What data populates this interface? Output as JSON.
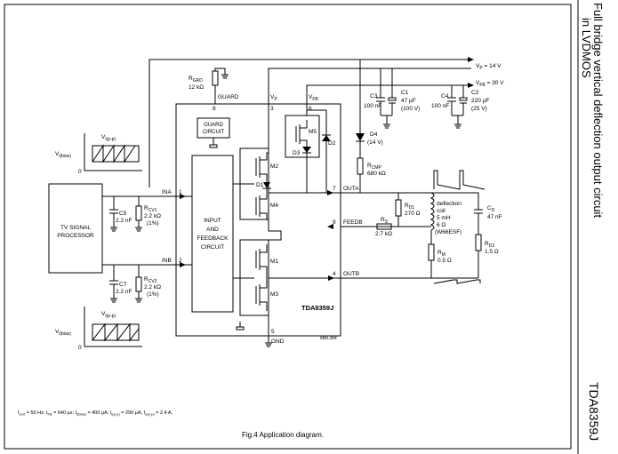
{
  "side_header": {
    "line1": "Full bridge vertical deflection output circuit",
    "line2": "in LVDMOS",
    "part_number": "TDA8359J"
  },
  "caption": "Fig.4  Application diagram.",
  "footnote": "f_vert = 50 Hz; t_FB = 640 µs; I_i(bias) = 400 µA; I_i(p-p) = 290 µA; I_o(p-p) = 2.4 A.",
  "footnote_parts": {
    "fvert_main": "f",
    "fvert_sub": "vert",
    "fvert_val": " = 50 Hz; t",
    "tfb_sub": "FB",
    "tfb_val": " = 640 µs; I",
    "ibias_sub": "i(bias)",
    "ibias_val": " = 400 µA; I",
    "ipp_sub": "i(p-p)",
    "ipp_val": " = 290 µA; I",
    "iopp_sub": "o(p-p)",
    "iopp_val": " = 2.4 A."
  },
  "diagram": {
    "ic_name": "TDA8359J",
    "drawing_code": "MBL384",
    "blocks": {
      "tv_signal_processor": [
        "TV SIGNAL",
        "PROCESSOR"
      ],
      "input_feedback": [
        "INPUT",
        "AND",
        "FEEDBACK",
        "CIRCUIT"
      ],
      "guard_circuit": [
        "GUARD",
        "CIRCUIT"
      ]
    },
    "pins": {
      "p1": "1",
      "p1_name": "INA",
      "p2": "2",
      "p2_name": "INB",
      "p3": "3",
      "p3_name": "V",
      "p3_sub": "P",
      "p4": "4",
      "p4_name": "OUTB",
      "p5": "5",
      "p5_name": "GND",
      "p6": "6",
      "p6_name": "V",
      "p6_sub": "FB",
      "p7": "7",
      "p7_name": "OUTA",
      "p8": "8",
      "p8_name": "GUARD",
      "p9": "9",
      "p9_name": "FEEDB"
    },
    "transistors": [
      "M1",
      "M2",
      "M3",
      "M4",
      "M5"
    ],
    "diodes": [
      "D1",
      "D2",
      "D3"
    ],
    "supplies": {
      "vp_main": "V",
      "vp_sub": "P",
      "vp_val": " = 14 V",
      "vfb_main": "V",
      "vfb_sub": "FB",
      "vfb_val": " = 30 V"
    },
    "components": {
      "rgrd": {
        "main": "R",
        "sub": "GRD",
        "value": "12 kΩ"
      },
      "c3": {
        "name": "C3",
        "value": "100 nF"
      },
      "c1": {
        "name": "C1",
        "value1": "47 µF",
        "value2": "(100 V)"
      },
      "c4": {
        "name": "C4",
        "value": "100 nF"
      },
      "c2": {
        "name": "C2",
        "value1": "220 µF",
        "value2": "(25 V)"
      },
      "d4": {
        "name": "D4",
        "value": "(14 V)"
      },
      "rcmp": {
        "main": "R",
        "sub": "CMP",
        "value": "680 kΩ"
      },
      "c5": {
        "name": "C5",
        "value": "2.2 nF"
      },
      "rcv1": {
        "main": "R",
        "sub": "CV1",
        "value": "2.2 kΩ",
        "tol": "(1%)"
      },
      "c7": {
        "name": "C7",
        "value": "2.2 nF"
      },
      "rcv2": {
        "main": "R",
        "sub": "CV2",
        "value": "2.2 kΩ",
        "tol": "(1%)"
      },
      "rd1": {
        "main": "R",
        "sub": "D1",
        "value": "270 Ω"
      },
      "coil": {
        "l1": "deflection",
        "l2": "coil",
        "l3": "5 mH",
        "l4": "6 Ω",
        "l5": "(W66ESF)"
      },
      "cd": {
        "main": "C",
        "sub": "D",
        "value": "47 nF"
      },
      "rs": {
        "main": "R",
        "sub": "S",
        "value": "2.7 kΩ"
      },
      "rm": {
        "main": "R",
        "sub": "M",
        "value": "0.5 Ω"
      },
      "rd2": {
        "main": "R",
        "sub": "D2",
        "value": "1.5 Ω"
      }
    },
    "sources": {
      "a_pp_main": "V",
      "a_pp_sub": "i(p-p)",
      "a_bias_main": "V",
      "a_bias_sub": "i(bias)",
      "b_pp_main": "V",
      "b_pp_sub": "i(p-p)",
      "b_bias_main": "V",
      "b_bias_sub": "i(bias)",
      "zero": "0"
    }
  }
}
